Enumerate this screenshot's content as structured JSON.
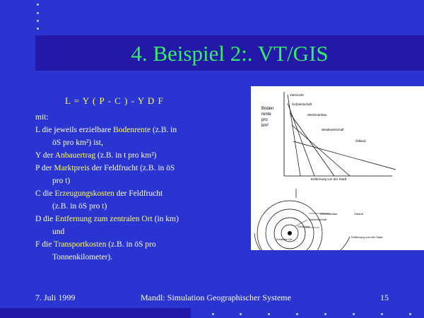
{
  "slide": {
    "title": "4. Beispiel 2:. VT/GIS",
    "formula": "L = Y ( P - C ) - Y D F",
    "definitions": {
      "intro": "mit:",
      "l_a": "L die jeweils erzielbare ",
      "l_hl": "Bodenrente",
      "l_b": " (z.B. in",
      "l_c": "öS pro km²) ist,",
      "y_a": "Y der ",
      "y_hl": "Anbauertrag",
      "y_b": " (z.B. in t pro km²)",
      "p_a": "P der ",
      "p_hl": "Marktpreis",
      "p_b": " der Feldfrucht (z.B. in öS",
      "p_c": "pro t)",
      "c_a": "C die ",
      "c_hl": "Erzeugungskosten",
      "c_b": " der Feldfrucht",
      "c_c": "(z.B. in öS pro t)",
      "d_a": "D die ",
      "d_hl": "Entfernung zum zentralen Ort",
      "d_b": " (in km)",
      "d_c": "und",
      "f_a": "F die ",
      "f_hl": "Transportkosten",
      "f_b": " (z.B. in öS pro",
      "f_c": "Tonnenkilometer)."
    },
    "diagram": {
      "ylabel_1": "Boden",
      "ylabel_2": "rente",
      "ylabel_3": "pro",
      "ylabel_4": "km²",
      "curve_1": "Viehzucht",
      "curve_2": "Holzwirtschaft",
      "curve_3": "Weizenanbau",
      "curve_4": "Weidewirtschaft",
      "curve_5": "Ödland",
      "xlabel": "Entfernung von der Stadt",
      "ring_label_1": "Weizenanbau",
      "ring_label_2": "Ödland",
      "ring_label_3": "Holzwirtschaft",
      "ring_label_4": "Viehzucht",
      "center_label": "Zentraler Ort",
      "ring_xlabel": "Entfernung von der Stadt"
    },
    "footer": {
      "date": "7. Juli 1999",
      "center": "Mandl: Simulation Geographischer Systeme",
      "page": "15"
    },
    "colors": {
      "background": "#2a34d0",
      "title_bar": "#2418a8",
      "title_text": "#33ee66",
      "highlight": "#ffff66",
      "diagram_bg": "#ffffff"
    }
  }
}
